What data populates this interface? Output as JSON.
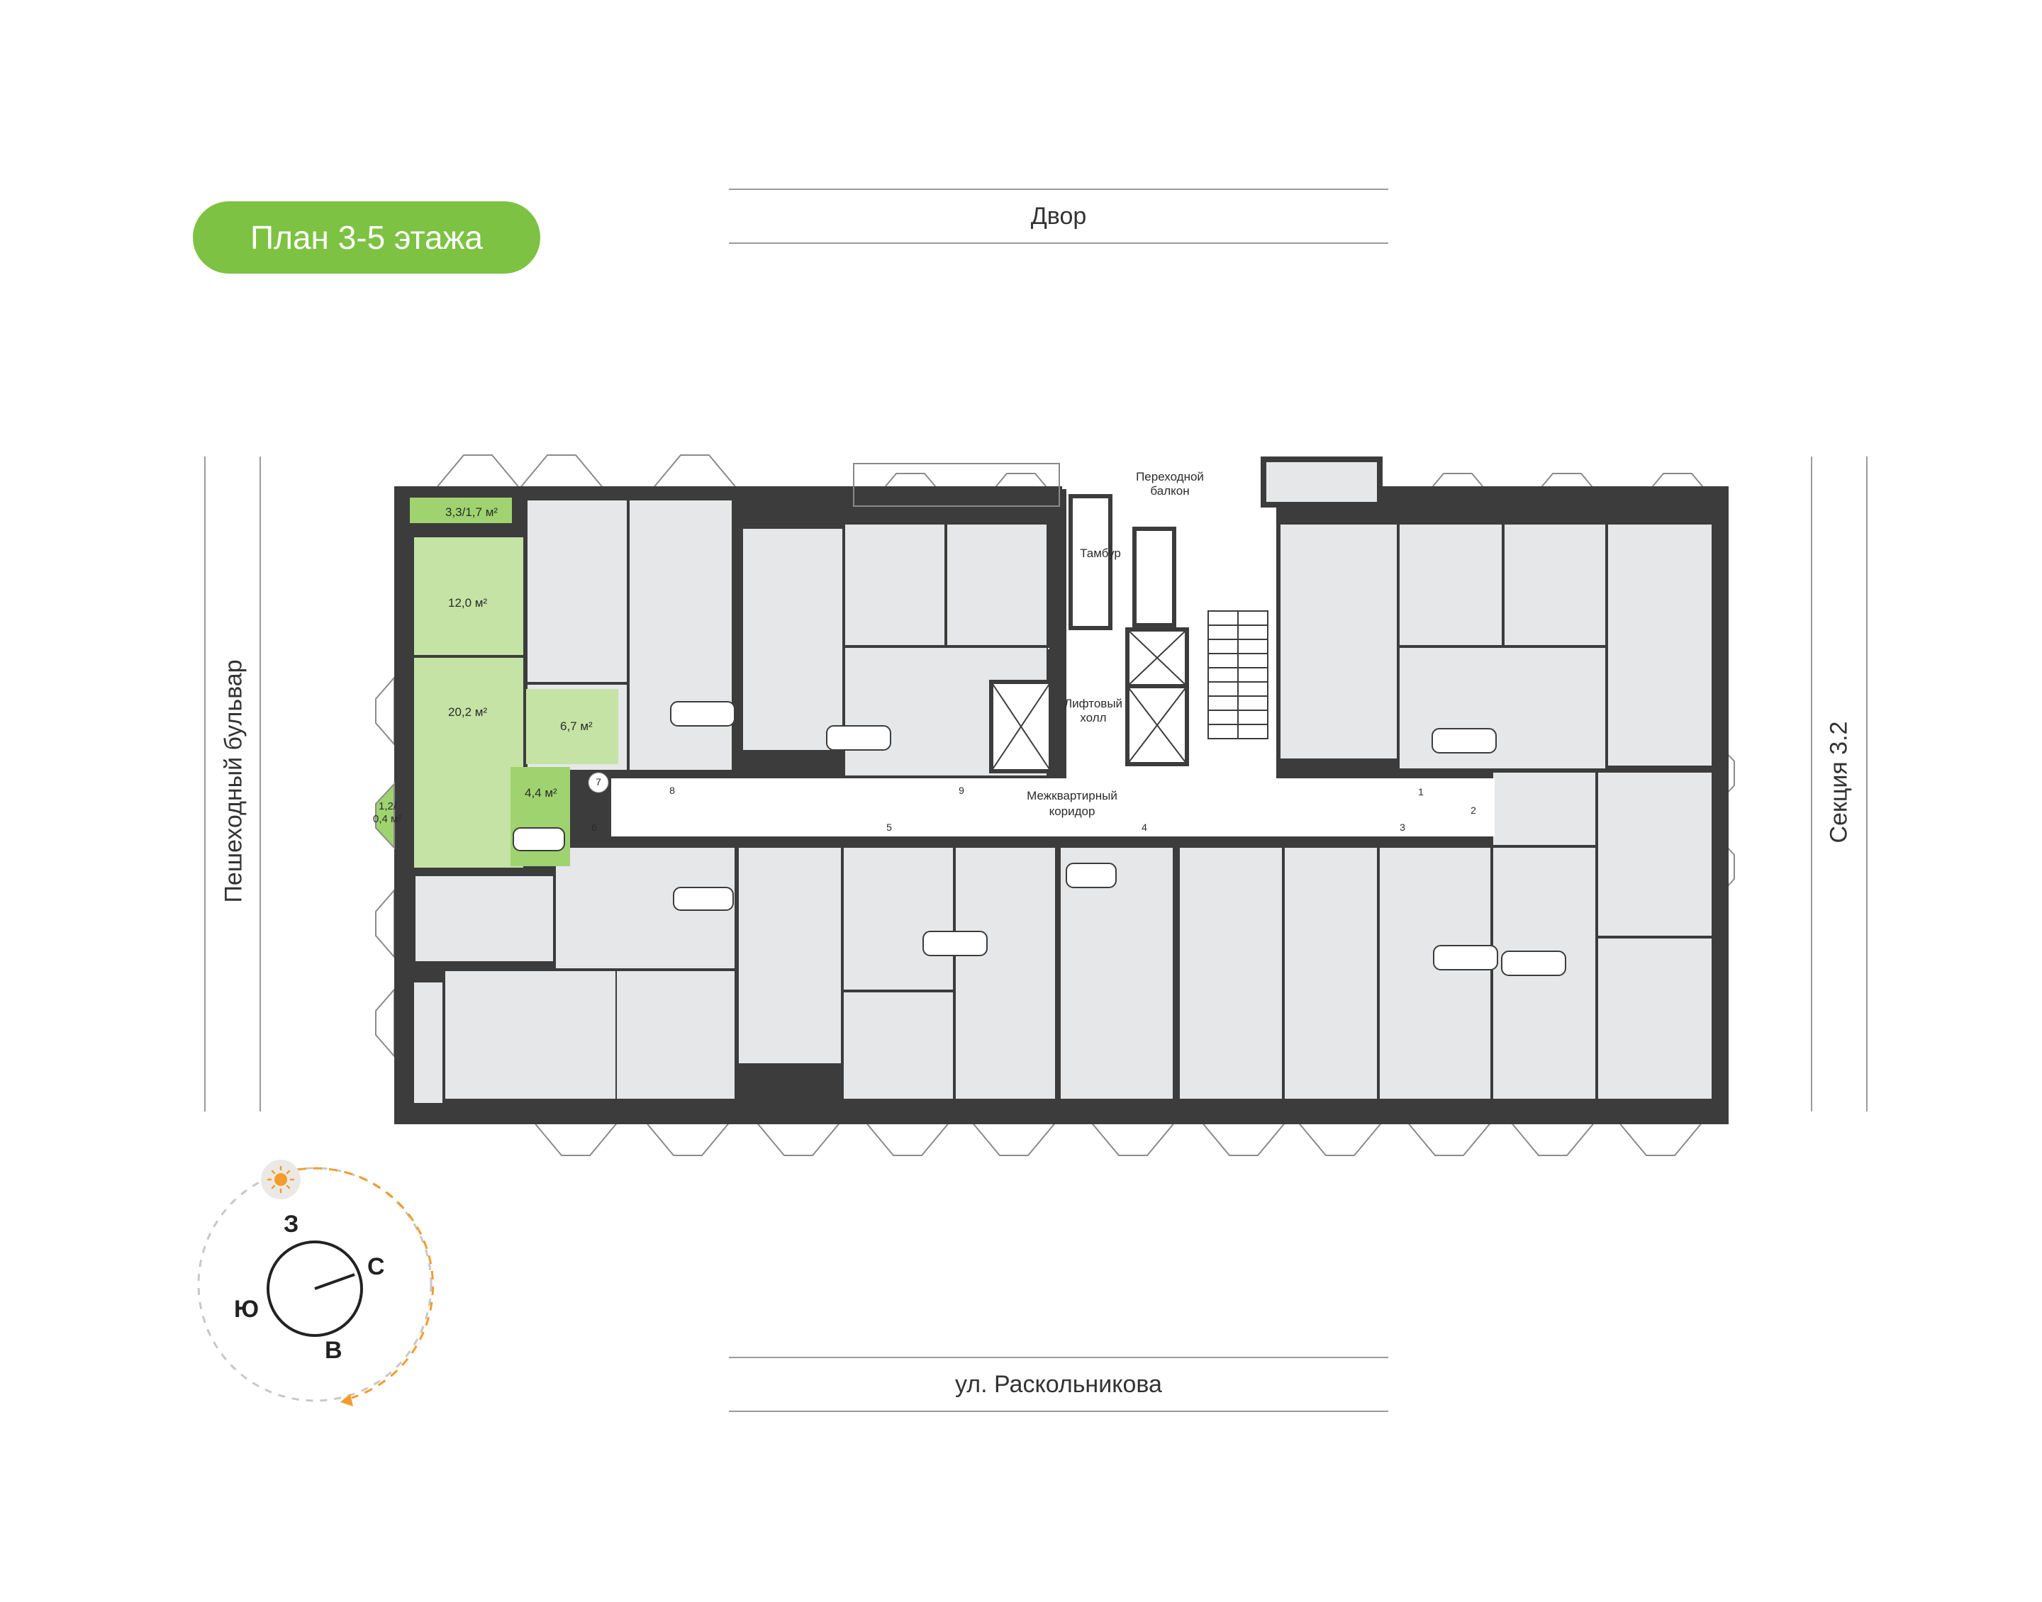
{
  "title": "План 3-5 этажа",
  "streets": {
    "top": "Двор",
    "bottom": "ул. Раскольникова",
    "left": "Пешеходный бульвар",
    "right": "Секция 3.2"
  },
  "apartment": {
    "balcony_area": "3,3/1,7 м²",
    "room1_area": "12,0 м²",
    "room2_area": "20,2 м²",
    "kitchen_area": "6,7 м²",
    "bath_area": "4,4 м²",
    "loggia_area_a": "1,2/",
    "loggia_area_b": "0,4 м²"
  },
  "rooms": {
    "transfer_balcony_a": "Переходной",
    "transfer_balcony_b": "балкон",
    "vestibule": "Тамбур",
    "lift_hall_a": "Лифтовый",
    "lift_hall_b": "холл",
    "corridor_a": "Межквартирный",
    "corridor_b": "коридор"
  },
  "unit_numbers": [
    "1",
    "2",
    "3",
    "4",
    "5",
    "6",
    "7",
    "8",
    "9"
  ],
  "compass": {
    "north": "С",
    "south": "Ю",
    "east": "В",
    "west": "З"
  },
  "colors": {
    "accent": "#7dc242",
    "highlight_room": "#c5e3a5",
    "highlight_wet": "#9fd36f",
    "wall": "#3c3c3c",
    "room_fill": "#e6e7e8",
    "sun_path": "#f39c2b",
    "sun_path_secondary": "#c8c8c8"
  }
}
